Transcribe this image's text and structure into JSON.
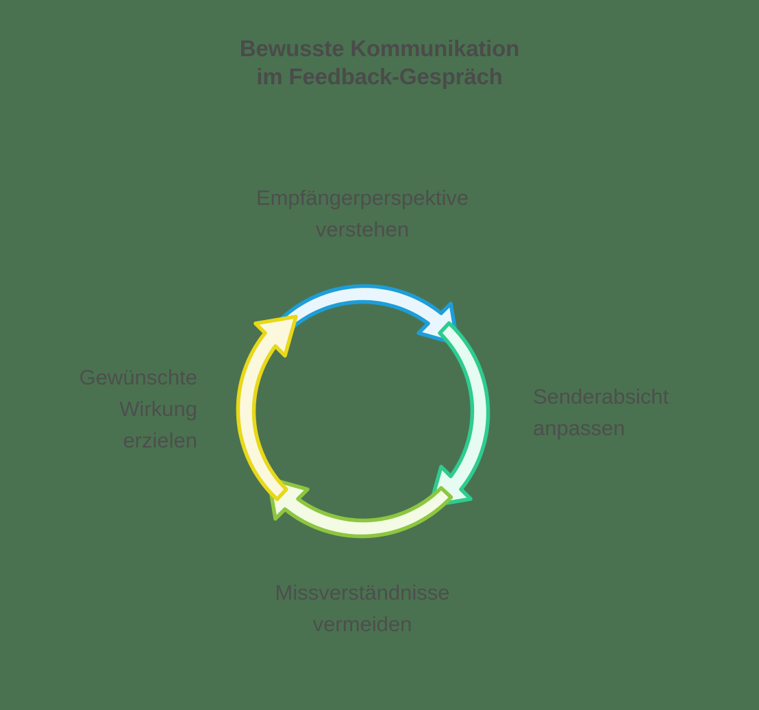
{
  "background_color": "#4a7250",
  "title": {
    "line1": "Bewusste Kommunikation",
    "line2": "im Feedback-Gespräch",
    "color": "#4b4b4b"
  },
  "diagram": {
    "type": "cycle",
    "label_color": "#4e4e4e",
    "nodes": [
      {
        "position": "top",
        "label": "Empfängerperspektive\nverstehen",
        "arrow_color": "#1d9ed8",
        "arrow_fill": "#e9f6fd",
        "arrow_direction": "clockwise-right",
        "icon": "curved-arrow-icon"
      },
      {
        "position": "right",
        "label": "Senderabsicht\nanpassen",
        "arrow_color": "#2ecc8f",
        "arrow_fill": "#e6fbf2",
        "arrow_direction": "clockwise-down",
        "icon": "curved-arrow-icon"
      },
      {
        "position": "bottom",
        "label": "Missverständnisse\nvermeiden",
        "arrow_color": "#8dc63f",
        "arrow_fill": "#f4fbe4",
        "arrow_direction": "clockwise-left",
        "icon": "curved-arrow-icon"
      },
      {
        "position": "left",
        "label": "Gewünschte\nWirkung\nerzielen",
        "arrow_color": "#e8d81a",
        "arrow_fill": "#fcf8dd",
        "arrow_direction": "clockwise-up",
        "icon": "curved-arrow-icon"
      }
    ]
  }
}
